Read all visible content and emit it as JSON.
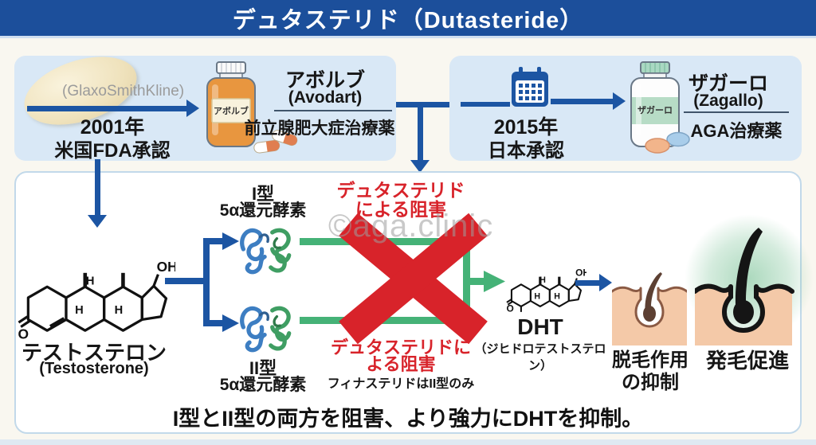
{
  "title": "デュタステリド（Dutasteride）",
  "watermark": "©aga.clinic",
  "us_approval": {
    "company": "(GlaxoSmithKline)",
    "year": "2001年",
    "event": "米国FDA承認",
    "bottle_label": "アボルブ",
    "brand_jp": "アボルブ",
    "brand_en": "(Avodart)",
    "drug_class": "前立腺肥大症治療薬"
  },
  "jp_approval": {
    "year": "2015年",
    "event": "日本承認",
    "bottle_label": "ザガーロ",
    "brand_jp": "ザガーロ",
    "brand_en": "(Zagallo)",
    "drug_class": "AGA治療薬"
  },
  "pathway": {
    "testosterone_jp": "テストステロン",
    "testosterone_en": "(Testosterone)",
    "enzyme1_type": "I型",
    "enzyme1_name": "5α還元酵素",
    "enzyme2_type": "II型",
    "enzyme2_name": "5α還元酵素",
    "block_top_line1": "デュタステリド",
    "block_top_line2": "による阻害",
    "block_bottom_line1": "デュタステリドに",
    "block_bottom_line2": "よる阻害",
    "finasteride_note": "フィナステリドはII型のみ",
    "dht": "DHT",
    "dht_full": "（ジヒドロテストステロン）",
    "effect_hairloss_line1": "脱毛作用",
    "effect_hairloss_line2": "の抑制",
    "effect_growth": "発毛促進",
    "molecule_oh": "OH",
    "molecule_o": "O",
    "molecule_h": "H"
  },
  "summary": "I型とII型の両方を阻害、より強力にDHTを抑制。",
  "colors": {
    "title_bar": "#1c4f9b",
    "panel_bg": "#d9e8f6",
    "arrow_blue": "#1c55a3",
    "pathway_green": "#45b277",
    "block_red": "#d8232a",
    "page_bg": "#f9f7f0"
  }
}
